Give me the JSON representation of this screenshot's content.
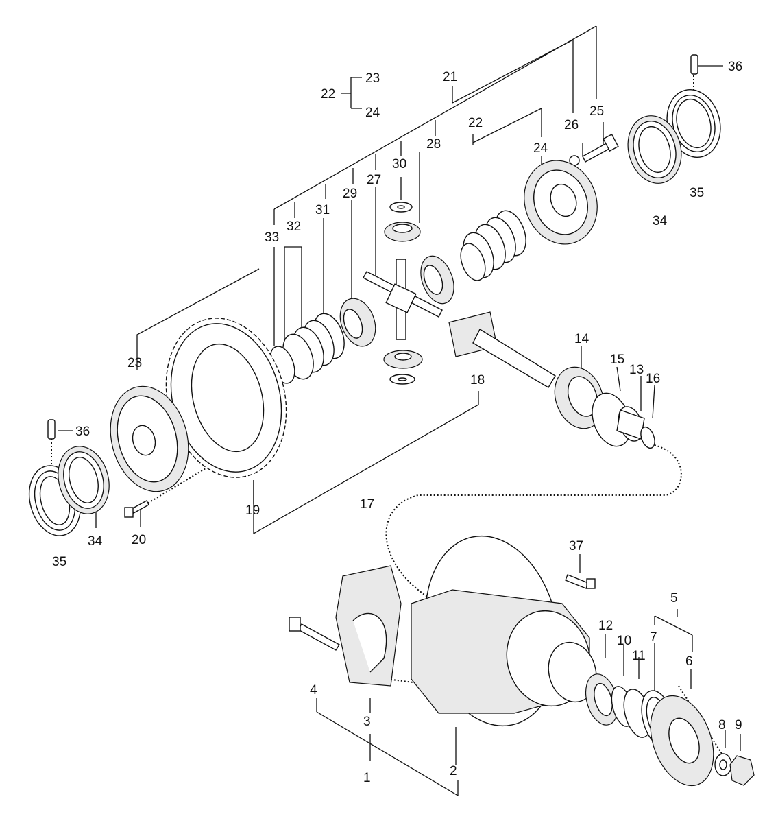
{
  "labels": {
    "l1": "1",
    "l2": "2",
    "l3": "3",
    "l4": "4",
    "l5": "5",
    "l6": "6",
    "l7": "7",
    "l8": "8",
    "l9": "9",
    "l10": "10",
    "l11": "11",
    "l12": "12",
    "l13": "13",
    "l14": "14",
    "l15": "15",
    "l16": "16",
    "l17": "17",
    "l18": "18",
    "l19": "19",
    "l20": "20",
    "l21": "21",
    "l22a": "22",
    "l22b": "22",
    "l23a": "23",
    "l23b": "23",
    "l24a": "24",
    "l24b": "24",
    "l25": "25",
    "l26": "26",
    "l27": "27",
    "l28": "28",
    "l29": "29",
    "l30": "30",
    "l31": "31",
    "l32": "32",
    "l33": "33",
    "l34a": "34",
    "l34b": "34",
    "l35a": "35",
    "l35b": "35",
    "l36a": "36",
    "l36b": "36",
    "l37": "37"
  }
}
